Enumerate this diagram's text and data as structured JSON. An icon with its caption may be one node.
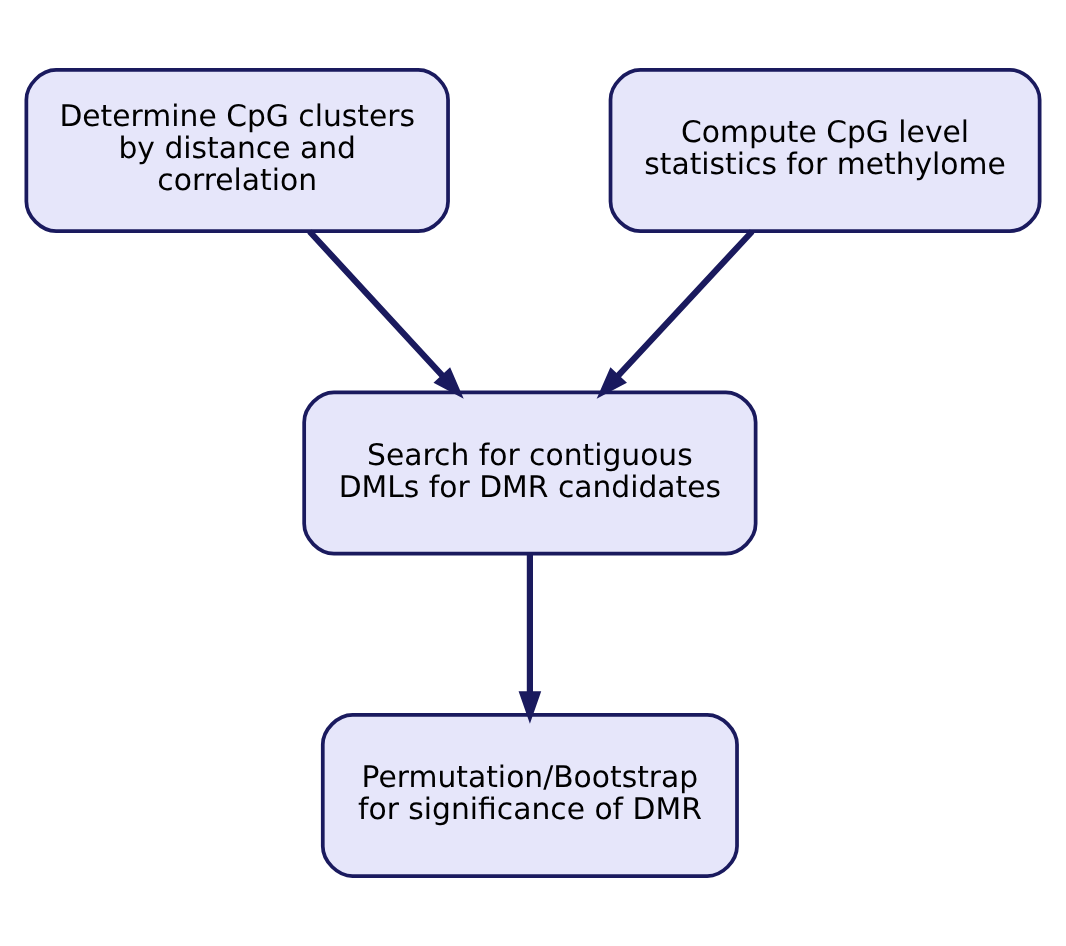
{
  "diagram": {
    "nodes": [
      {
        "text": [
          "Determine CpG clusters by distance and correlation"
        ]
      },
      {
        "text": [
          "Compute CpG level statistics for methylome"
        ]
      },
      {
        "text": [
          "Search for contiguous DMLs for DMR candidates"
        ]
      },
      {
        "text": [
          "Permutation/Bootstrap for significance of DMR"
        ]
      }
    ],
    "edges": [
      {
        "from": 0,
        "to": 2,
        "arrow": "to"
      },
      {
        "from": 1,
        "to": 2,
        "arrow": "to"
      },
      {
        "from": 2,
        "to": 3,
        "arrow": "to"
      }
    ]
  }
}
